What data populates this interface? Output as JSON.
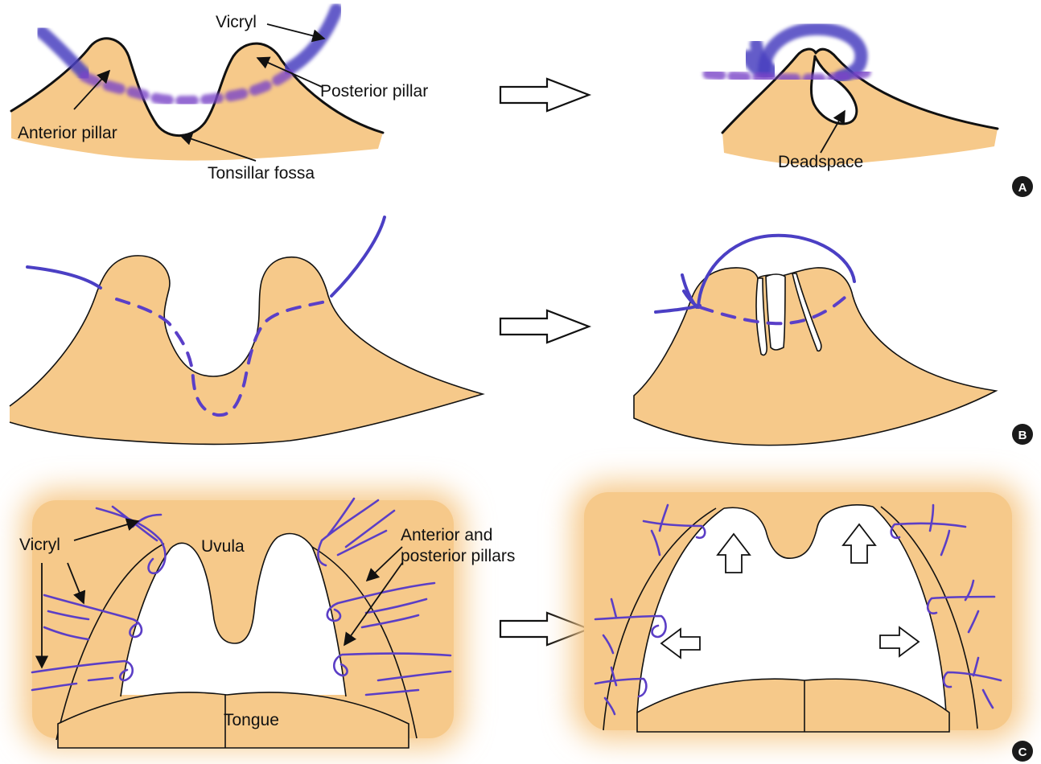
{
  "panel_a": {
    "badge": "A",
    "labels": {
      "vicryl": "Vicryl",
      "posterior_pillar": "Posterior pillar",
      "anterior_pillar": "Anterior pillar",
      "tonsillar_fossa": "Tonsillar fossa",
      "deadspace": "Deadspace"
    }
  },
  "panel_b": {
    "badge": "B"
  },
  "panel_c": {
    "badge": "C",
    "labels": {
      "vicryl": "Vicryl",
      "uvula": "Uvula",
      "pillars_line1": "Anterior and",
      "pillars_line2": "posterior pillars",
      "tongue": "Tongue"
    }
  },
  "colors": {
    "tissue": "#f6c98a",
    "suture": "#4b3fc4",
    "badge": "#1a1a1a"
  }
}
